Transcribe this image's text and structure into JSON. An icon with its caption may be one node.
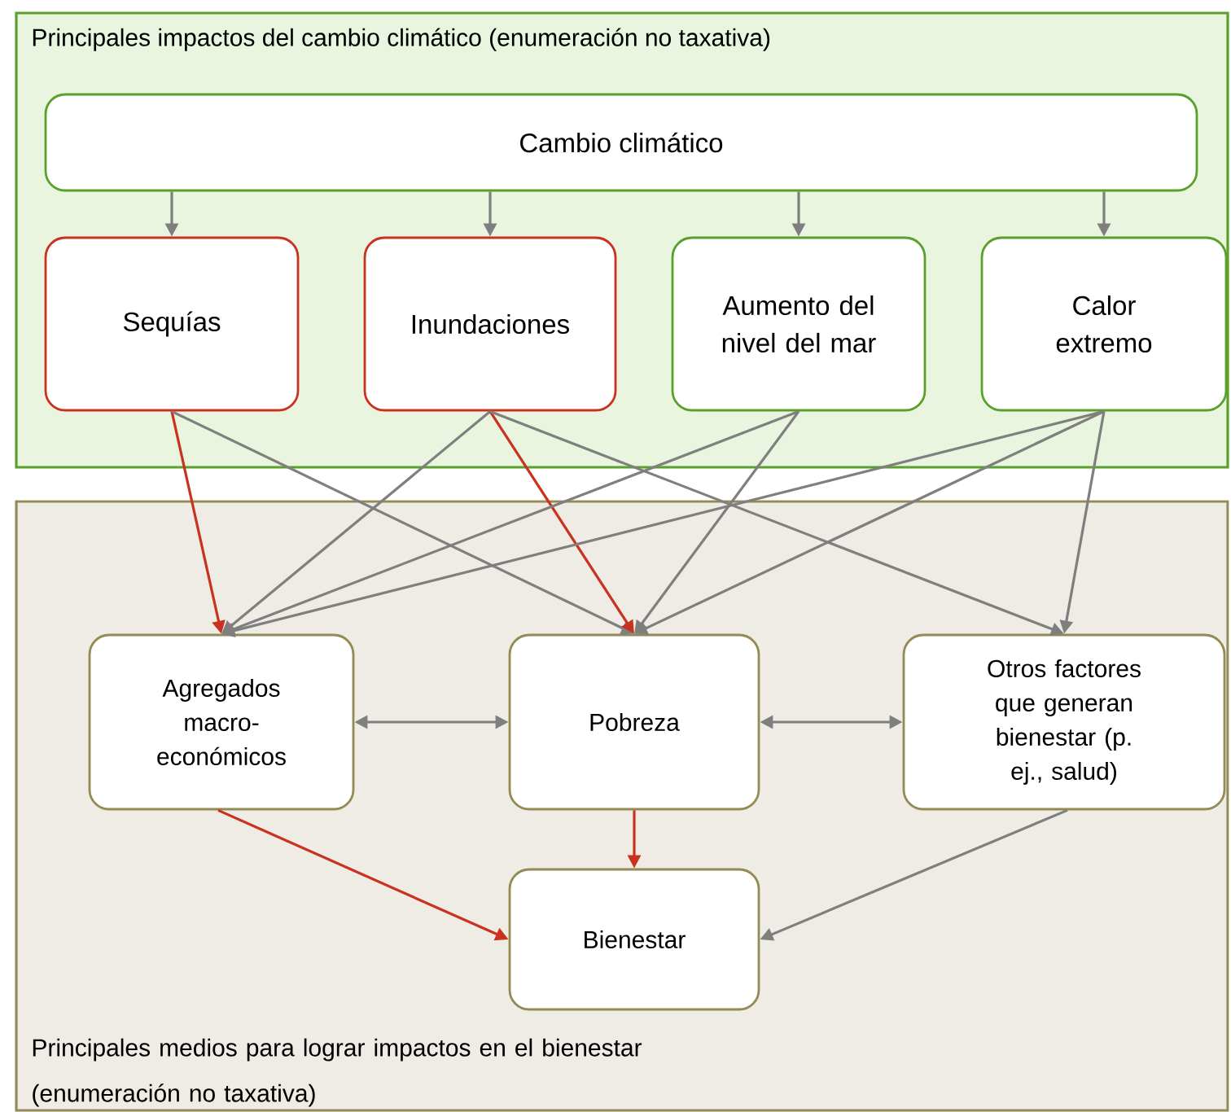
{
  "diagram": {
    "nodes": [
      {
        "text": [
          "Principales impactos del cambio climático (enumeración no taxativa)"
        ]
      },
      {
        "text": [
          "Cambio climático"
        ],
        "in": 0
      },
      {
        "text": [
          "Sequías"
        ],
        "in": 0
      },
      {
        "text": [
          "Inundaciones"
        ],
        "in": 0
      },
      {
        "text": [
          "Aumento del nivel del mar"
        ],
        "in": 0
      },
      {
        "text": [
          "Calor extremo"
        ],
        "in": 0
      },
      {
        "text": [
          "Principales medios para lograr impactos en el bienestar (enumeración no taxativa)"
        ]
      },
      {
        "text": [
          "Agregados macro-económicos"
        ],
        "in": 6
      },
      {
        "text": [
          "Pobreza"
        ],
        "in": 6
      },
      {
        "text": [
          "Otros factores que generan bienestar (p. ej., salud)"
        ],
        "in": 6
      },
      {
        "text": [
          "Bienestar"
        ],
        "in": 6
      }
    ],
    "edges": [
      {
        "from": 1,
        "to": 2,
        "arrow": "to"
      },
      {
        "from": 1,
        "to": 3,
        "arrow": "to"
      },
      {
        "from": 1,
        "to": 4,
        "arrow": "to"
      },
      {
        "from": 1,
        "to": 5,
        "arrow": "to"
      },
      {
        "from": 2,
        "to": 7,
        "arrow": "to",
        "color": "#c8321e"
      },
      {
        "from": 2,
        "to": 8,
        "arrow": "to"
      },
      {
        "from": 3,
        "to": 7,
        "arrow": "to"
      },
      {
        "from": 3,
        "to": 8,
        "arrow": "to",
        "color": "#c8321e"
      },
      {
        "from": 3,
        "to": 9,
        "arrow": "to"
      },
      {
        "from": 4,
        "to": 7,
        "arrow": "to"
      },
      {
        "from": 4,
        "to": 8,
        "arrow": "to"
      },
      {
        "from": 5,
        "to": 7,
        "arrow": "to"
      },
      {
        "from": 5,
        "to": 8,
        "arrow": "to"
      },
      {
        "from": 5,
        "to": 9,
        "arrow": "to"
      },
      {
        "from": 7,
        "to": 8,
        "arrow": "both"
      },
      {
        "from": 8,
        "to": 9,
        "arrow": "both"
      },
      {
        "from": 7,
        "to": 10,
        "arrow": "to",
        "color": "#c8321e"
      },
      {
        "from": 8,
        "to": 10,
        "arrow": "to",
        "color": "#c8321e"
      },
      {
        "from": 9,
        "to": 10,
        "arrow": "to"
      }
    ]
  }
}
